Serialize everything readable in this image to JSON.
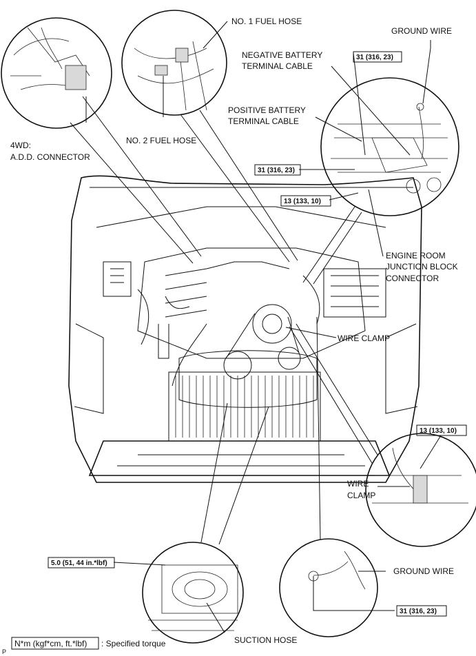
{
  "callouts": {
    "no1_fuel_hose": "NO. 1 FUEL HOSE",
    "no2_fuel_hose": "NO. 2 FUEL HOSE",
    "ground_wire_top": "GROUND WIRE",
    "negative_battery_line1": "NEGATIVE BATTERY",
    "negative_battery_line2": "TERMINAL CABLE",
    "positive_battery_line1": "POSITIVE BATTERY",
    "positive_battery_line2": "TERMINAL CABLE",
    "add_connector_line1": "4WD:",
    "add_connector_line2": "A.D.D. CONNECTOR",
    "junction_line1": "ENGINE ROOM",
    "junction_line2": "JUNCTION BLOCK",
    "junction_line3": "CONNECTOR",
    "wire_clamp_main": "WIRE CLAMP",
    "wire_clamp_detail_line1": "WIRE",
    "wire_clamp_detail_line2": "CLAMP",
    "ground_wire_bottom": "GROUND WIRE",
    "suction_hose": "SUCTION HOSE"
  },
  "torque_specs": {
    "battery_top": "31 (316, 23)",
    "battery_mid": "31 (316, 23)",
    "battery_bottom": "13 (133, 10)",
    "wire_clamp": "13 (133, 10)",
    "suction_hose": "5.0 (51, 44 in.*lbf)",
    "ground_wire": "31 (316, 23)"
  },
  "legend": {
    "unit_box": "N*m (kgf*cm, ft.*lbf)",
    "description": ": Specified torque"
  },
  "figure_code": "P"
}
